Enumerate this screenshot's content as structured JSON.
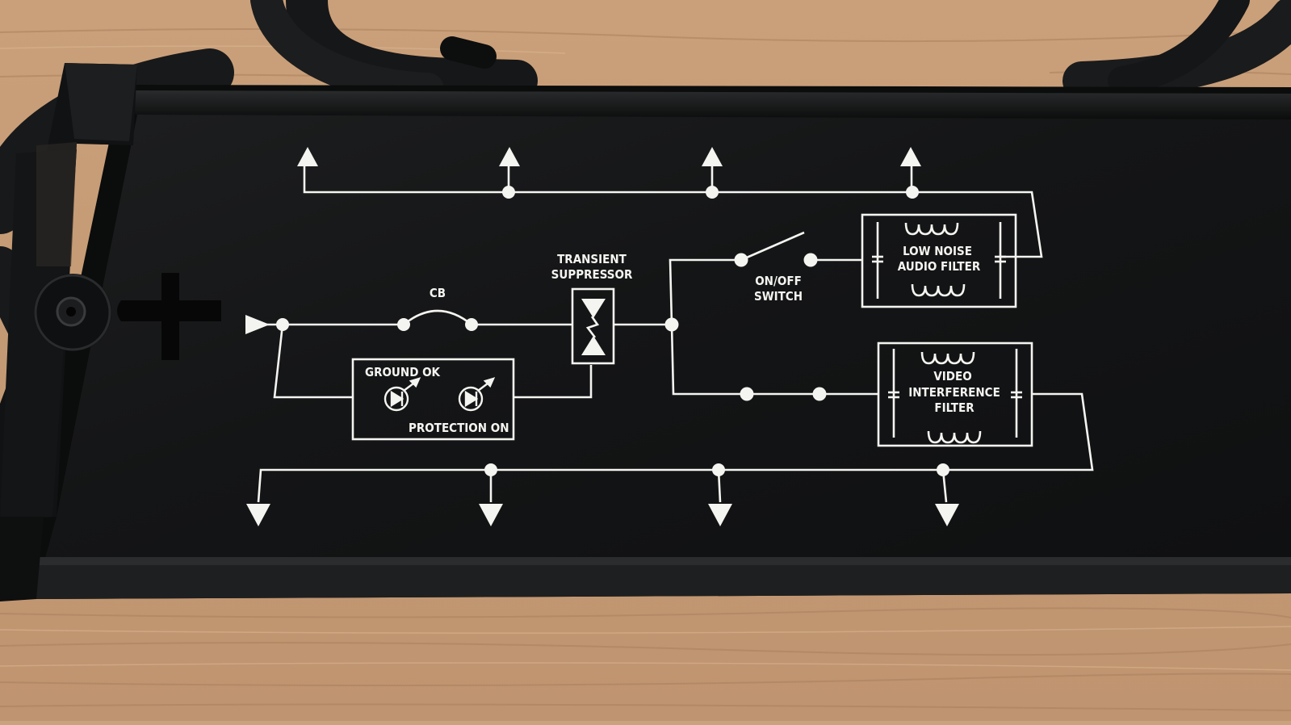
{
  "scene": {
    "surface": "wooden-floor",
    "object": "power-strip-back-panel",
    "colors": {
      "wood": "#c9a27e",
      "wood_dark": "#a97f5c",
      "panel": "#151617",
      "panel_frame": "#0c0d0d",
      "cable": "#1b1c1d",
      "print": "#f4f4f0"
    }
  },
  "labels": {
    "cb": "CB",
    "transient_line1": "TRANSIENT",
    "transient_line2": "SUPPRESSOR",
    "ground_ok": "GROUND OK",
    "protection_on": "PROTECTION ON",
    "switch_line1": "ON/OFF",
    "switch_line2": "SWITCH",
    "audio_line1": "LOW NOISE",
    "audio_line2": "AUDIO FILTER",
    "video_line1": "VIDEO",
    "video_line2": "INTERFERENCE",
    "video_line3": "FILTER"
  }
}
